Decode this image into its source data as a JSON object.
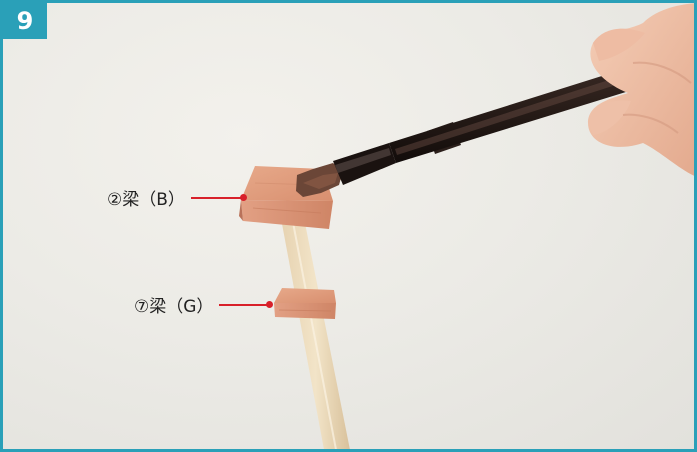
{
  "step": {
    "number": "9",
    "color": "#2aa0b8"
  },
  "labels": {
    "beam_b": "②梁（B）",
    "beam_g": "⑦梁（G）"
  },
  "callout_color": "#d8202a"
}
